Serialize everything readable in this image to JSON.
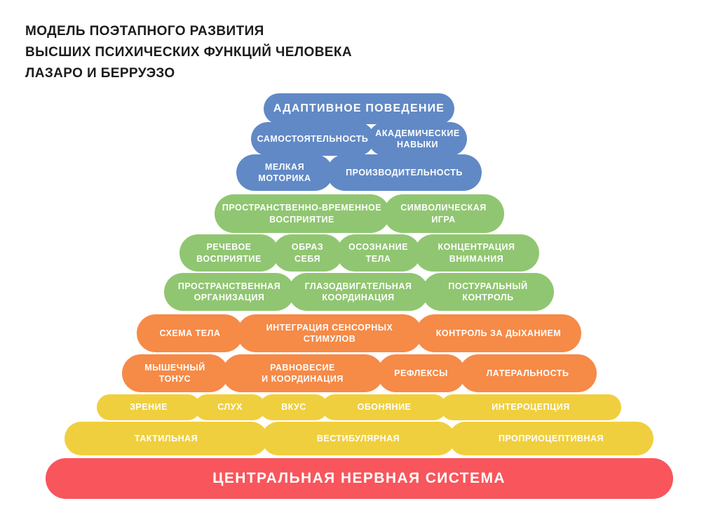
{
  "title": {
    "line1": "МОДЕЛЬ ПОЭТАПНОГО РАЗВИТИЯ",
    "line2": "ВЫСШИХ ПСИХИЧЕСКИХ ФУНКЦИЙ ЧЕЛОВЕКА",
    "line3": "ЛАЗАРО И БЕРРУЭЗО"
  },
  "palette": {
    "blue": "#6189c6",
    "green": "#90c671",
    "orange": "#f68a47",
    "yellow": "#f0cf3e",
    "red": "#f8555c"
  },
  "pyramid": {
    "levels": [
      {
        "color": "blue",
        "items": [
          "АДАПТИВНОЕ ПОВЕДЕНИЕ"
        ]
      },
      {
        "color": "blue",
        "items": [
          "САМОСТОЯТЕЛЬНОСТЬ",
          "АКАДЕМИЧЕСКИЕ\nНАВЫКИ"
        ]
      },
      {
        "color": "blue",
        "items": [
          "МЕЛКАЯ\nМОТОРИКА",
          "ПРОИЗВОДИТЕЛЬНОСТЬ"
        ]
      },
      {
        "color": "green",
        "items": [
          "ПРОСТРАНСТВЕННО-ВРЕМЕННОЕ\nВОСПРИЯТИЕ",
          "СИМВОЛИЧЕСКАЯ\nИГРА"
        ]
      },
      {
        "color": "green",
        "items": [
          "РЕЧЕВОЕ\nВОСПРИЯТИЕ",
          "ОБРАЗ\nСЕБЯ",
          "ОСОЗНАНИЕ\nТЕЛА",
          "КОНЦЕНТРАЦИЯ\nВНИМАНИЯ"
        ]
      },
      {
        "color": "green",
        "items": [
          "ПРОСТРАНСТВЕННАЯ\nОРГАНИЗАЦИЯ",
          "ГЛАЗОДВИГАТЕЛЬНАЯ\nКООРДИНАЦИЯ",
          "ПОСТУРАЛЬНЫЙ\nКОНТРОЛЬ"
        ]
      },
      {
        "color": "orange",
        "items": [
          "СХЕМА ТЕЛА",
          "ИНТЕГРАЦИЯ СЕНСОРНЫХ\nСТИМУЛОВ",
          "КОНТРОЛЬ ЗА ДЫХАНИЕМ"
        ]
      },
      {
        "color": "orange",
        "items": [
          "МЫШЕЧНЫЙ\nТОНУС",
          "РАВНОВЕСИЕ\nИ КООРДИНАЦИЯ",
          "РЕФЛЕКСЫ",
          "ЛАТЕРАЛЬНОСТЬ"
        ]
      },
      {
        "color": "yellow",
        "items": [
          "ЗРЕНИЕ",
          "СЛУХ",
          "ВКУС",
          "ОБОНЯНИЕ",
          "ИНТЕРОЦЕПЦИЯ"
        ]
      },
      {
        "color": "yellow",
        "items": [
          "ТАКТИЛЬНАЯ",
          "ВЕСТИБУЛЯРНАЯ",
          "ПРОПРИОЦЕПТИВНАЯ"
        ]
      },
      {
        "color": "red",
        "items": [
          "ЦЕНТРАЛЬНАЯ НЕРВНАЯ СИСТЕМА"
        ]
      }
    ]
  }
}
